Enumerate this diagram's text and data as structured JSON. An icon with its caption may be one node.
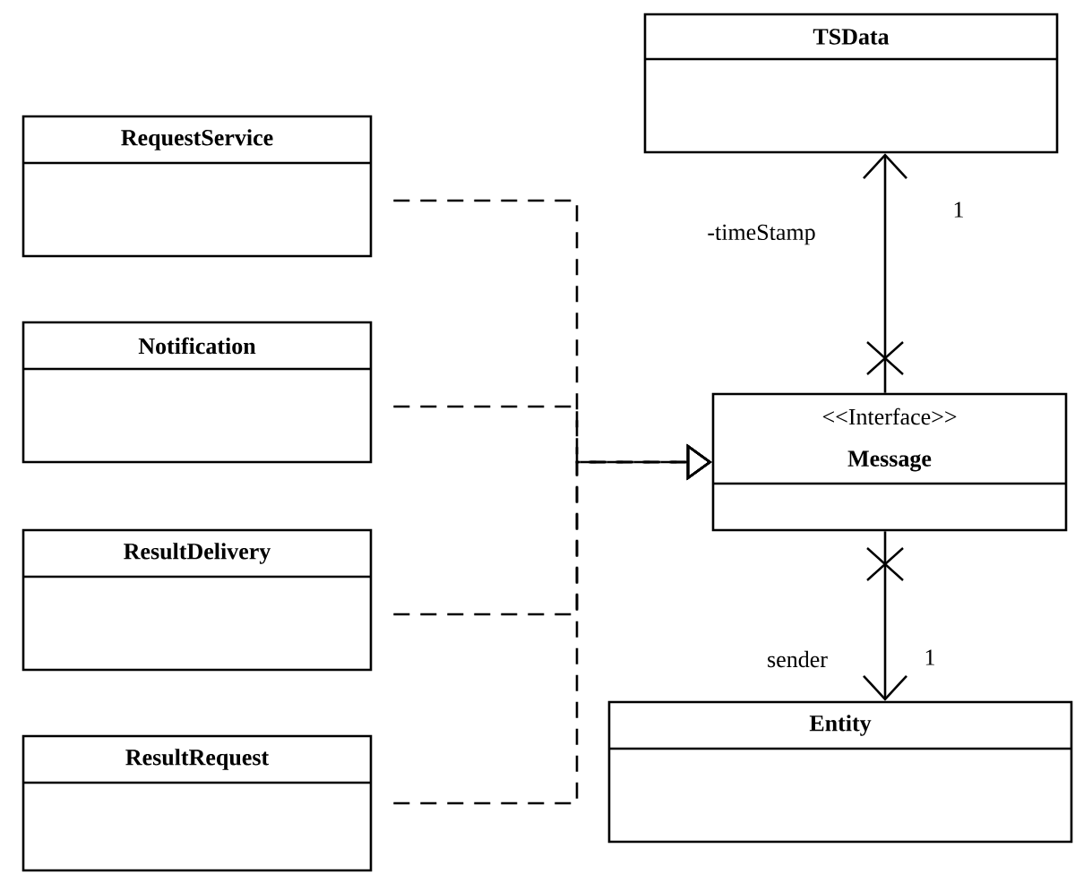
{
  "diagram": {
    "nodes": [
      {
        "text": [
          "TSData"
        ]
      },
      {
        "text": [
          "RequestService"
        ]
      },
      {
        "text": [
          "Notification"
        ]
      },
      {
        "text": [
          "<<Interface>>",
          "Message"
        ]
      },
      {
        "text": [
          "ResultDelivery"
        ]
      },
      {
        "text": [
          "Entity"
        ]
      },
      {
        "text": [
          "ResultRequest"
        ]
      }
    ],
    "edges": [
      {
        "from": 1,
        "to": 3,
        "arrow": "to",
        "style": "dashed"
      },
      {
        "from": 2,
        "to": 3,
        "arrow": "to",
        "style": "dashed"
      },
      {
        "from": 4,
        "to": 3,
        "arrow": "to",
        "style": "dashed"
      },
      {
        "from": 6,
        "to": 3,
        "arrow": "to",
        "style": "dashed"
      },
      {
        "from": 3,
        "to": 0,
        "arrow": "to",
        "label": "-timeStamp"
      },
      {
        "from": 3,
        "to": 5,
        "arrow": "to",
        "label": "sender"
      }
    ],
    "labels": [
      "1",
      "1"
    ]
  }
}
